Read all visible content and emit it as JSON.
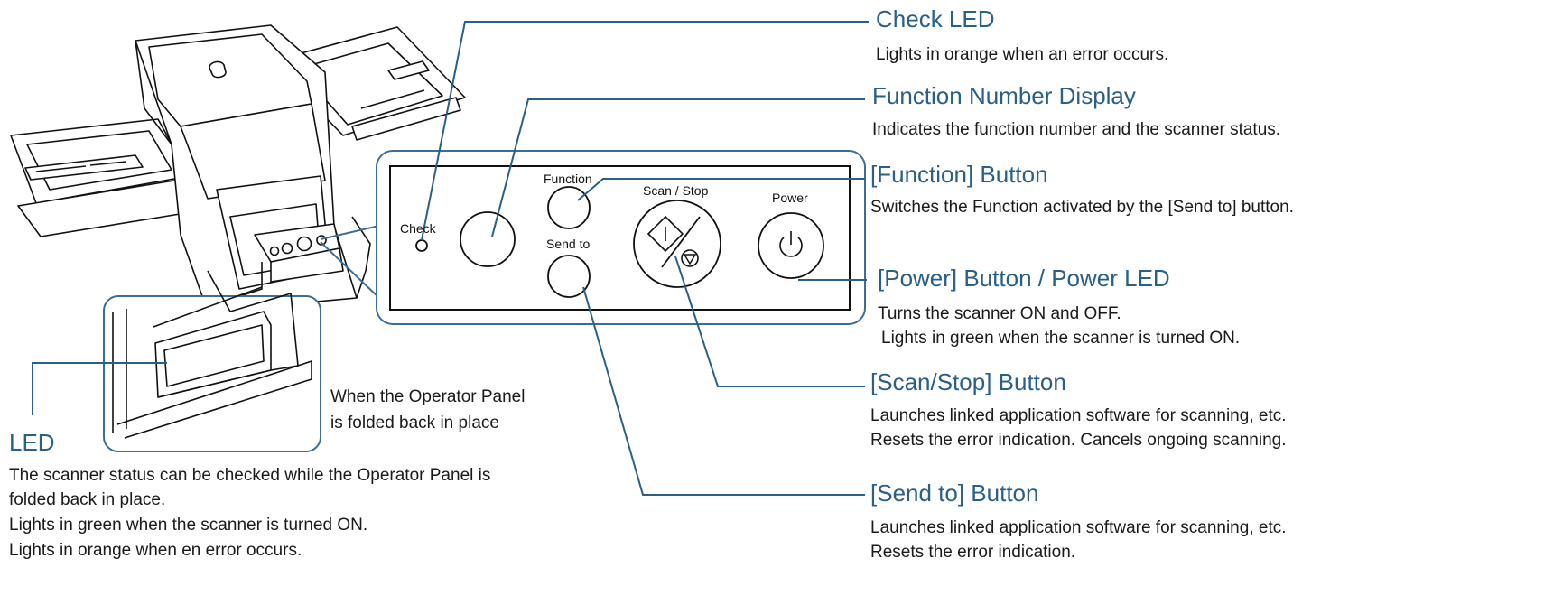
{
  "callouts": {
    "check_led": {
      "title": "Check LED",
      "desc": "Lights in orange when an error occurs."
    },
    "function_number_display": {
      "title": "Function Number Display",
      "desc": "Indicates the function number and the scanner status."
    },
    "function_button": {
      "title": "[Function] Button",
      "desc": "Switches the Function activated by the [Send to] button."
    },
    "power_button": {
      "title": "[Power] Button / Power LED",
      "desc1": "Turns the scanner ON and OFF.",
      "desc2": "Lights in green when the scanner is turned ON."
    },
    "scan_stop_button": {
      "title": "[Scan/Stop] Button",
      "desc1": "Launches linked application software for scanning, etc.",
      "desc2": "Resets the error indication. Cancels ongoing scanning."
    },
    "send_to_button": {
      "title": "[Send to] Button",
      "desc1": "Launches linked application software for scanning, etc.",
      "desc2": "Resets the error indication."
    },
    "led": {
      "title": "LED",
      "desc1": "The scanner status can be checked while the Operator Panel is",
      "desc2": "folded back in place.",
      "desc3": "Lights in green when the scanner is turned ON.",
      "desc4": "Lights in orange when en error occurs."
    }
  },
  "panel_labels": {
    "check": "Check",
    "function": "Function",
    "scan_stop": "Scan / Stop",
    "power": "Power",
    "send_to": "Send to"
  },
  "folded_caption": {
    "line1": "When the Operator Panel",
    "line2": "is folded back in place"
  },
  "colors": {
    "heading": "#2a5f86",
    "callout_box": "#3b6d99",
    "line": "#2a5f86"
  }
}
